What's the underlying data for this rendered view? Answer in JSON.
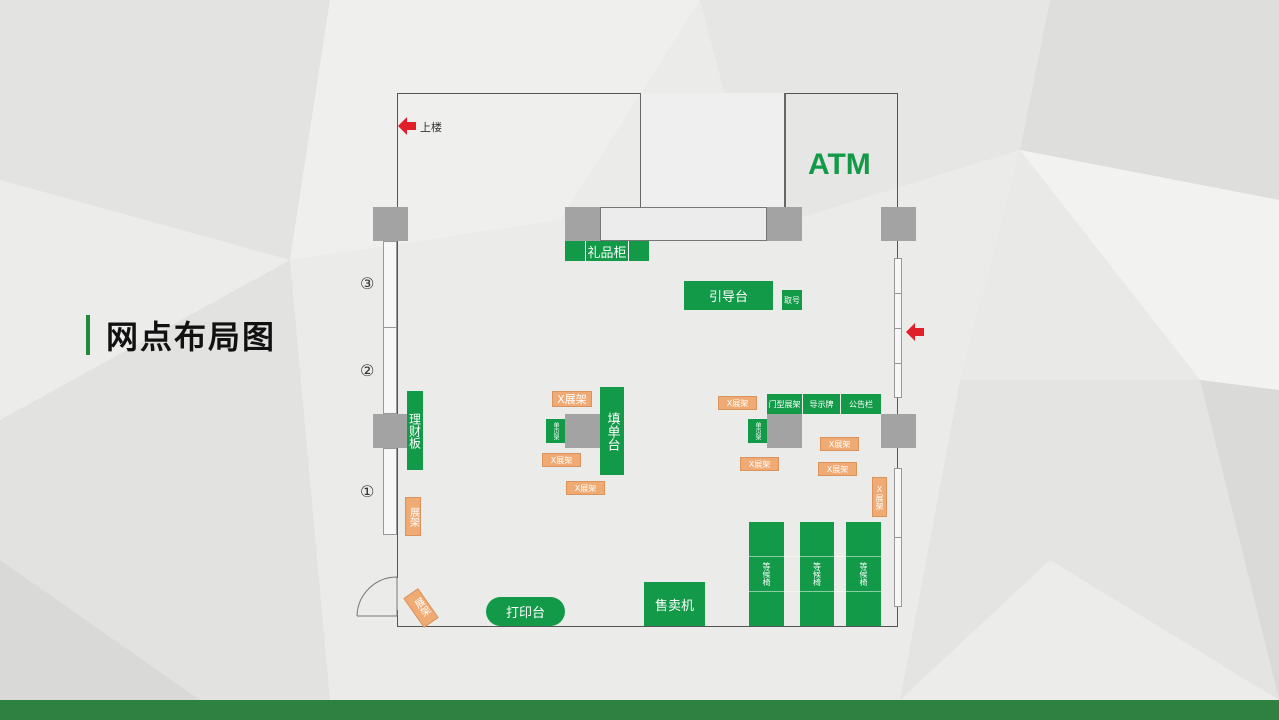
{
  "page_title": "网点布局图",
  "upstairs_label": "上楼",
  "atm_label": "ATM",
  "zones": [
    "③",
    "②",
    "①"
  ],
  "fixtures": {
    "gift_cabinet": "礼品柜",
    "guide_desk": "引导台",
    "take_number": "取号",
    "finance_board": "理财板",
    "form_desk": "填单台",
    "x_stand": "X展架",
    "leaflet_rack": "单页架",
    "door_rack": "门型展架",
    "direction_sign": "导示牌",
    "notice_board": "公告栏",
    "display_rack": "展架",
    "print_desk": "打印台",
    "vending_machine": "售卖机",
    "waiting_chairs": "等候椅"
  },
  "colors": {
    "green": "#129a48",
    "orange": "#f0ab75",
    "red_arrow": "#e11f2a",
    "bottom_bar": "#2e8141"
  }
}
